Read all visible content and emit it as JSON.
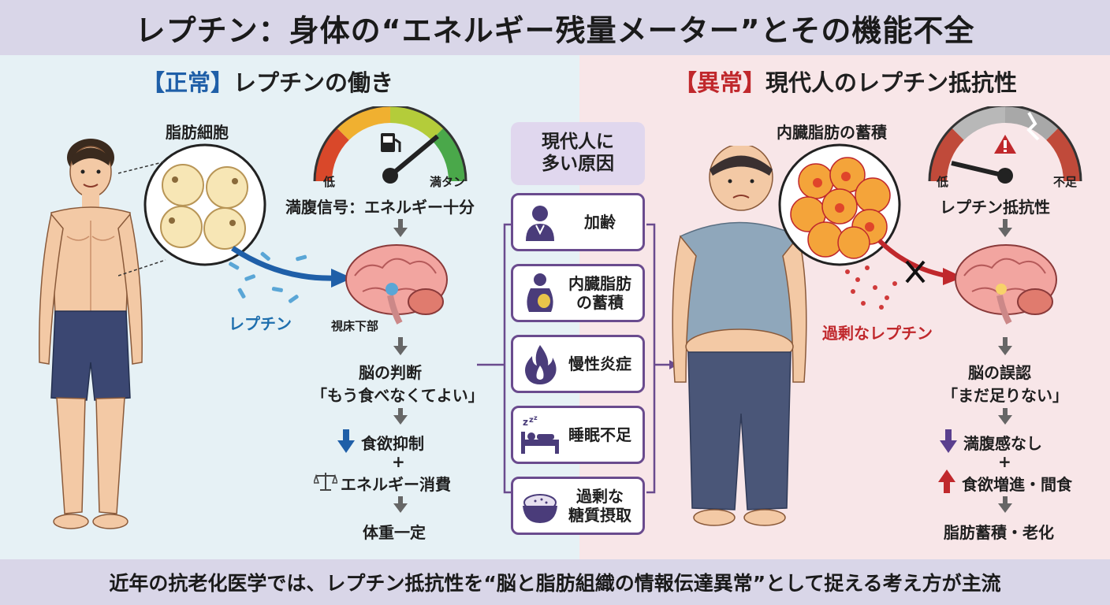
{
  "title": "レプチン：身体の“エネルギー残量メーター”とその機能不全",
  "left": {
    "heading_tag": "【正常】",
    "heading_text": "レプチンの働き",
    "fat_cell_label": "脂肪細胞",
    "gauge_low": "低",
    "gauge_full": "満タン",
    "satiety_signal": "満腹信号：エネルギー十分",
    "leptin_label": "レプチン",
    "hypothalamus_label": "視床下部",
    "brain_judgement_1": "脳の判断",
    "brain_judgement_2": "「もう食べなくてよい」",
    "appetite_suppression": "食欲抑制",
    "plus": "+",
    "energy_consumption": "エネルギー消費",
    "weight_stable": "体重一定"
  },
  "center": {
    "header_line1": "現代人に",
    "header_line2": "多い原因",
    "causes": [
      {
        "icon": "elderly-person-icon",
        "label_1": "加齢",
        "label_2": ""
      },
      {
        "icon": "belly-fat-icon",
        "label_1": "内臓脂肪",
        "label_2": "の蓄積"
      },
      {
        "icon": "flame-icon",
        "label_1": "慢性炎症",
        "label_2": ""
      },
      {
        "icon": "sleep-icon",
        "label_1": "睡眠不足",
        "label_2": ""
      },
      {
        "icon": "rice-bowl-icon",
        "label_1": "過剰な",
        "label_2": "糖質摂取"
      }
    ]
  },
  "right": {
    "heading_tag": "【異常】",
    "heading_text": "現代人のレプチン抵抗性",
    "visceral_fat_label": "内臓脂肪の蓄積",
    "gauge_low": "低",
    "gauge_insufficient": "不足",
    "resistance_label": "レプチン抵抗性",
    "excess_leptin": "過剰なレプチン",
    "brain_misjudgement_1": "脳の誤認",
    "brain_misjudgement_2": "「まだ足りない」",
    "no_satiety": "満腹感なし",
    "plus": "+",
    "appetite_increase": "食欲増進・間食",
    "result": "脂肪蓄積・老化"
  },
  "footer": "近年の抗老化医学では、レプチン抵抗性を“脳と脂肪組織の情報伝達異常”として捉える考え方が主流",
  "colors": {
    "title_bg": "#d9d6e8",
    "left_bg": "#e6f1f5",
    "right_bg": "#f8e6e8",
    "accent_blue": "#1f5fa8",
    "accent_red": "#c0282c",
    "cause_border": "#6a4b8e"
  }
}
